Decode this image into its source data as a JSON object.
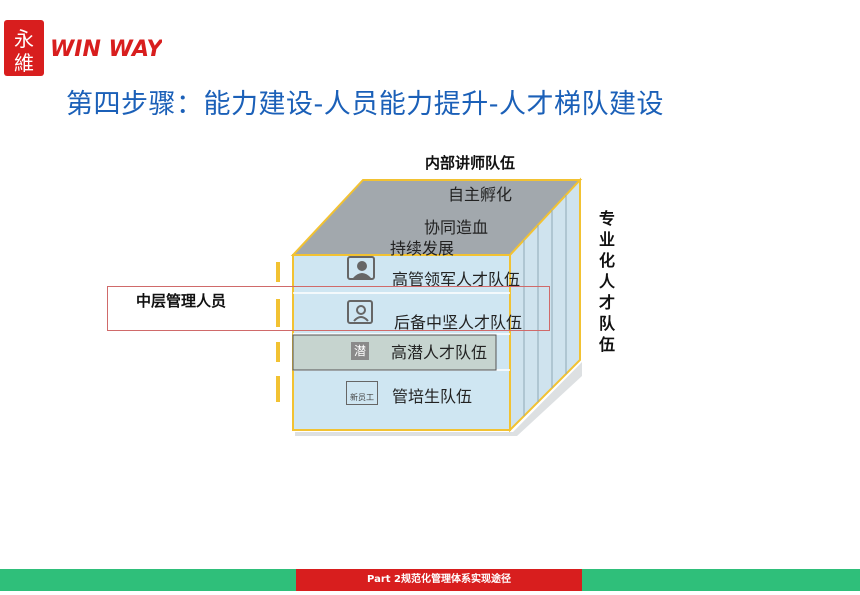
{
  "logo": {
    "brand_chars": [
      "永",
      "維"
    ],
    "brand_text": "WIN WAY",
    "brand_color": "#d81e1e"
  },
  "title": "第四步骤：能力建设-人员能力提升-人才梯队建设",
  "diagram": {
    "top_face_label": "内部讲师队伍",
    "top_face_items": [
      "自主孵化",
      "协同造血",
      "持续发展"
    ],
    "side_face_label": "专业化人才队伍",
    "layers": [
      {
        "label": "高管领军人才队伍",
        "icon": "executive-icon"
      },
      {
        "label": "后备中坚人才队伍",
        "icon": "reserve-talent-icon"
      },
      {
        "label": "高潜人才队伍",
        "icon": "potential-icon",
        "icon_char": "潜"
      },
      {
        "label": "管培生队伍",
        "icon": "new-employee-icon",
        "icon_text": "新员工"
      }
    ],
    "highlight_label": "中层管理人员"
  },
  "footer": {
    "center_text": "Part 2规范化管理体系实现途径"
  },
  "colors": {
    "title": "#1b60b8",
    "front_face": "#cfe6f2",
    "top_face": "#a2a8ad",
    "side_face": "#cfe3ee",
    "edge": "#f2c232",
    "footer_green": "#2fbf7a",
    "footer_red": "#d81e1e"
  }
}
